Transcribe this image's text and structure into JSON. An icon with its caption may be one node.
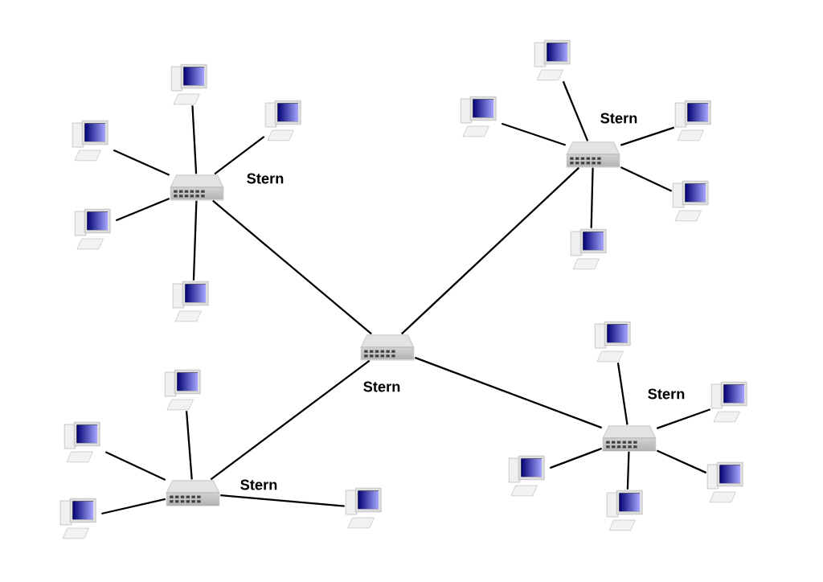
{
  "diagram": {
    "nodes": [
      {
        "text": [],
        "shape": "picture",
        "beside": [
          "Stern"
        ]
      },
      {
        "text": [],
        "shape": "picture"
      },
      {
        "text": [],
        "shape": "picture"
      },
      {
        "text": [],
        "shape": "picture"
      },
      {
        "text": [],
        "shape": "picture"
      },
      {
        "text": [],
        "shape": "picture"
      },
      {
        "text": [],
        "shape": "picture",
        "beside": [
          "Stern"
        ]
      },
      {
        "text": [],
        "shape": "picture"
      },
      {
        "text": [],
        "shape": "picture"
      },
      {
        "text": [],
        "shape": "picture"
      },
      {
        "text": [],
        "shape": "picture"
      },
      {
        "text": [],
        "shape": "picture"
      },
      {
        "text": [],
        "shape": "picture",
        "beside": [
          "Stern"
        ]
      },
      {
        "text": [],
        "shape": "picture",
        "beside": [
          "Stern"
        ]
      },
      {
        "text": [],
        "shape": "picture"
      },
      {
        "text": [],
        "shape": "picture"
      },
      {
        "text": [],
        "shape": "picture"
      },
      {
        "text": [],
        "shape": "picture"
      },
      {
        "text": [],
        "shape": "picture",
        "beside": [
          "Stern"
        ]
      },
      {
        "text": [],
        "shape": "picture"
      },
      {
        "text": [],
        "shape": "picture"
      },
      {
        "text": [],
        "shape": "picture"
      },
      {
        "text": [],
        "shape": "picture"
      },
      {
        "text": [],
        "shape": "picture"
      }
    ],
    "edges": [
      {
        "from": 0,
        "to": 1,
        "arrow": "none"
      },
      {
        "from": 0,
        "to": 2,
        "arrow": "none"
      },
      {
        "from": 0,
        "to": 3,
        "arrow": "none"
      },
      {
        "from": 0,
        "to": 4,
        "arrow": "none"
      },
      {
        "from": 0,
        "to": 5,
        "arrow": "none"
      },
      {
        "from": 6,
        "to": 7,
        "arrow": "none"
      },
      {
        "from": 6,
        "to": 8,
        "arrow": "none"
      },
      {
        "from": 6,
        "to": 9,
        "arrow": "none"
      },
      {
        "from": 6,
        "to": 10,
        "arrow": "none"
      },
      {
        "from": 6,
        "to": 11,
        "arrow": "none"
      },
      {
        "from": 12,
        "to": 0,
        "arrow": "none"
      },
      {
        "from": 12,
        "to": 6,
        "arrow": "none"
      },
      {
        "from": 12,
        "to": 13,
        "arrow": "none"
      },
      {
        "from": 12,
        "to": 18,
        "arrow": "none"
      },
      {
        "from": 13,
        "to": 14,
        "arrow": "none"
      },
      {
        "from": 13,
        "to": 15,
        "arrow": "none"
      },
      {
        "from": 13,
        "to": 16,
        "arrow": "none"
      },
      {
        "from": 13,
        "to": 17,
        "arrow": "none"
      },
      {
        "from": 18,
        "to": 19,
        "arrow": "none"
      },
      {
        "from": 18,
        "to": 20,
        "arrow": "none"
      },
      {
        "from": 18,
        "to": 21,
        "arrow": "none"
      },
      {
        "from": 18,
        "to": 22,
        "arrow": "none"
      },
      {
        "from": 18,
        "to": 23,
        "arrow": "none"
      }
    ]
  }
}
